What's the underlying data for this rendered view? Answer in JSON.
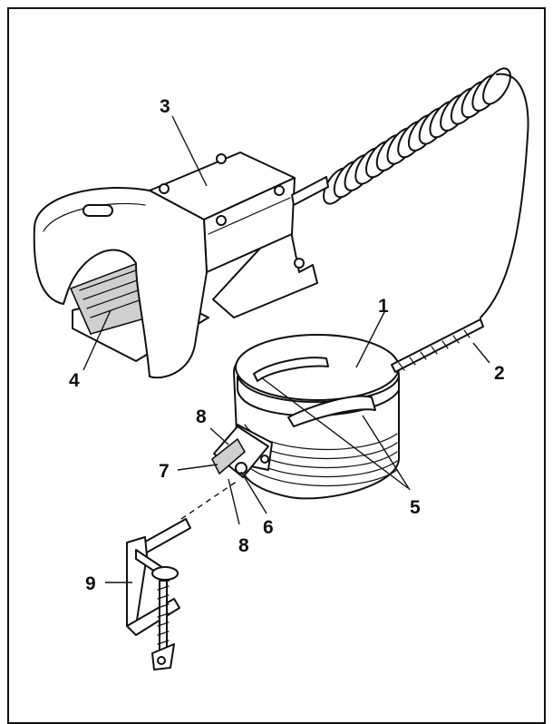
{
  "callouts": [
    {
      "id": "c1",
      "text": "1"
    },
    {
      "id": "c2",
      "text": "2"
    },
    {
      "id": "c3",
      "text": "3"
    },
    {
      "id": "c4",
      "text": "4"
    },
    {
      "id": "c5",
      "text": "5"
    },
    {
      "id": "c6",
      "text": "6"
    },
    {
      "id": "c7",
      "text": "7"
    },
    {
      "id": "c8a",
      "text": "8"
    },
    {
      "id": "c8b",
      "text": "8"
    },
    {
      "id": "c9",
      "text": "9"
    }
  ],
  "colors": {
    "line": "#111111",
    "background": "#ffffff",
    "shade": "#cfcfcf"
  }
}
